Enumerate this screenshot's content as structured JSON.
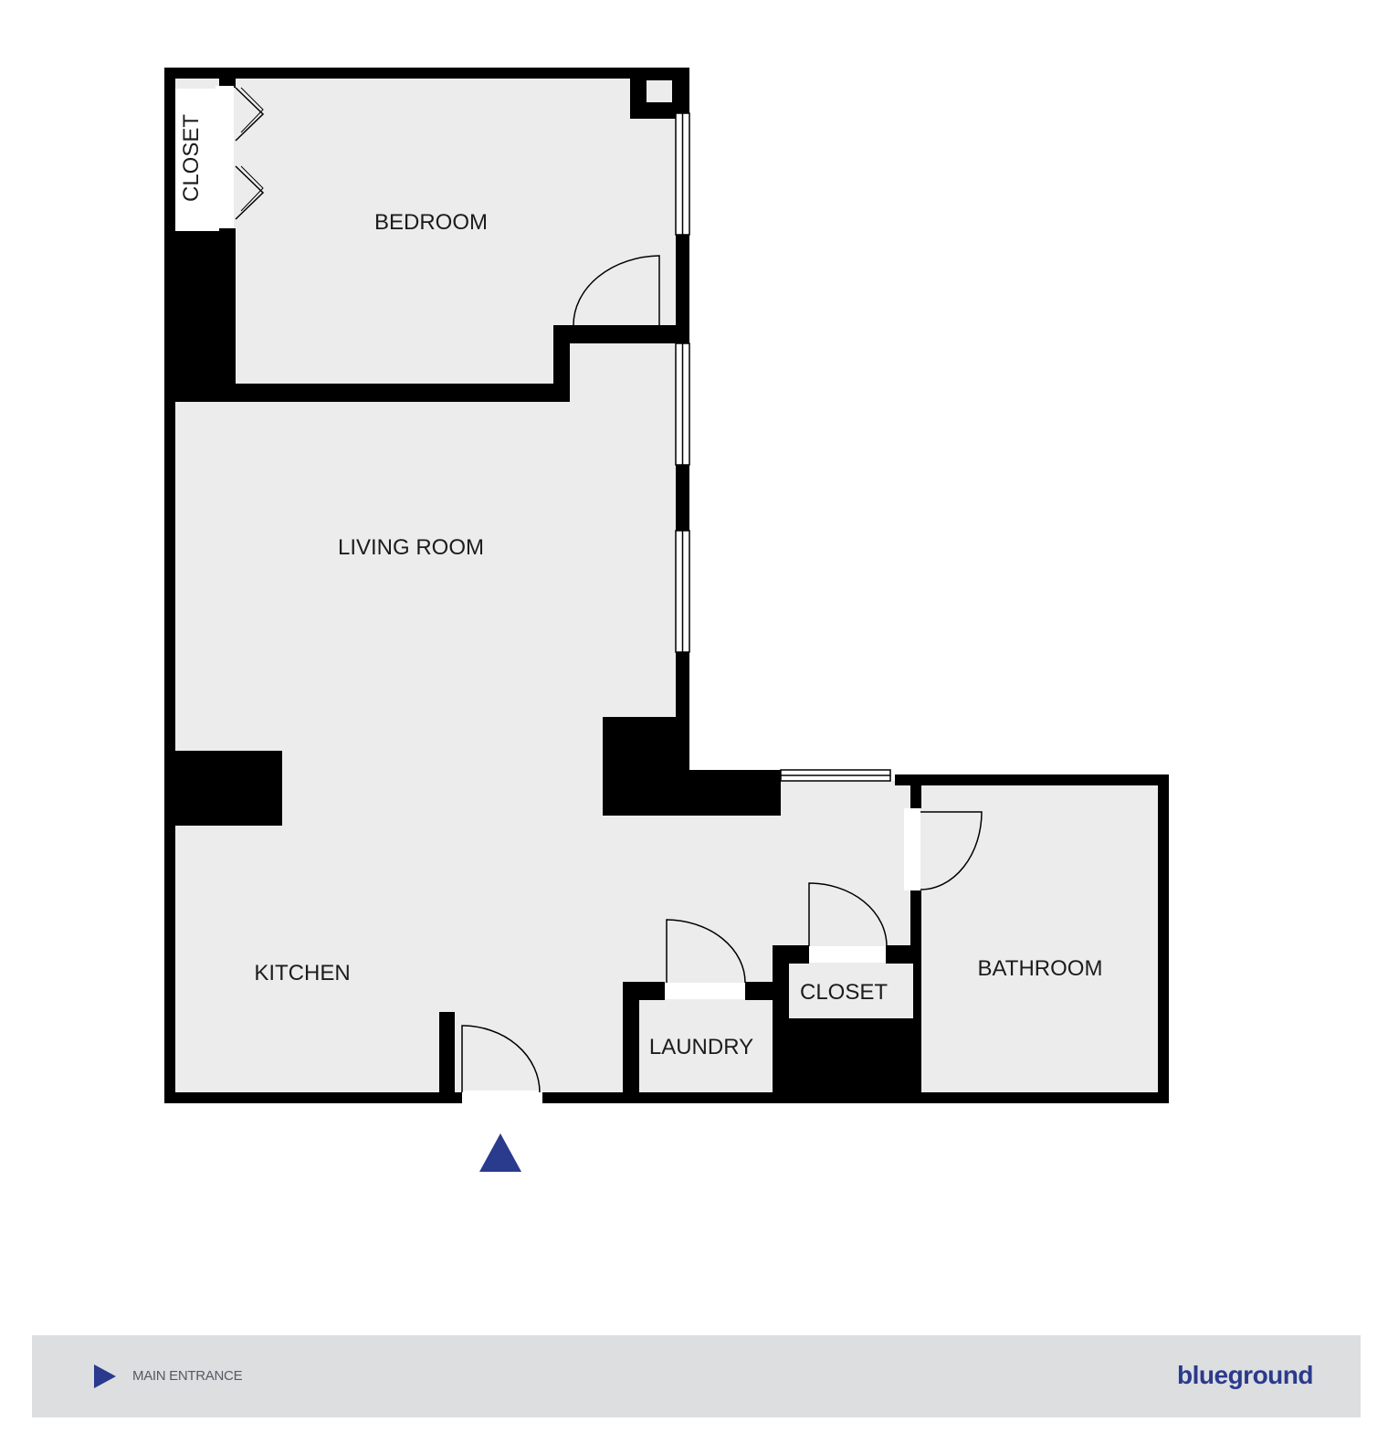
{
  "rooms": {
    "bedroom": "BEDROOM",
    "closet_bedroom": "CLOSET",
    "living_room": "LIVING ROOM",
    "kitchen": "KITCHEN",
    "laundry": "LAUNDRY",
    "closet_hall": "CLOSET",
    "bathroom": "BATHROOM"
  },
  "legend": {
    "entrance_label": "MAIN ENTRANCE",
    "brand": "blueground",
    "marker_icon": "triangle-play-icon"
  },
  "colors": {
    "floor": "#ececec",
    "wall": "#000000",
    "accent": "#2a3a8c",
    "legend_bg": "#dcdee0"
  }
}
